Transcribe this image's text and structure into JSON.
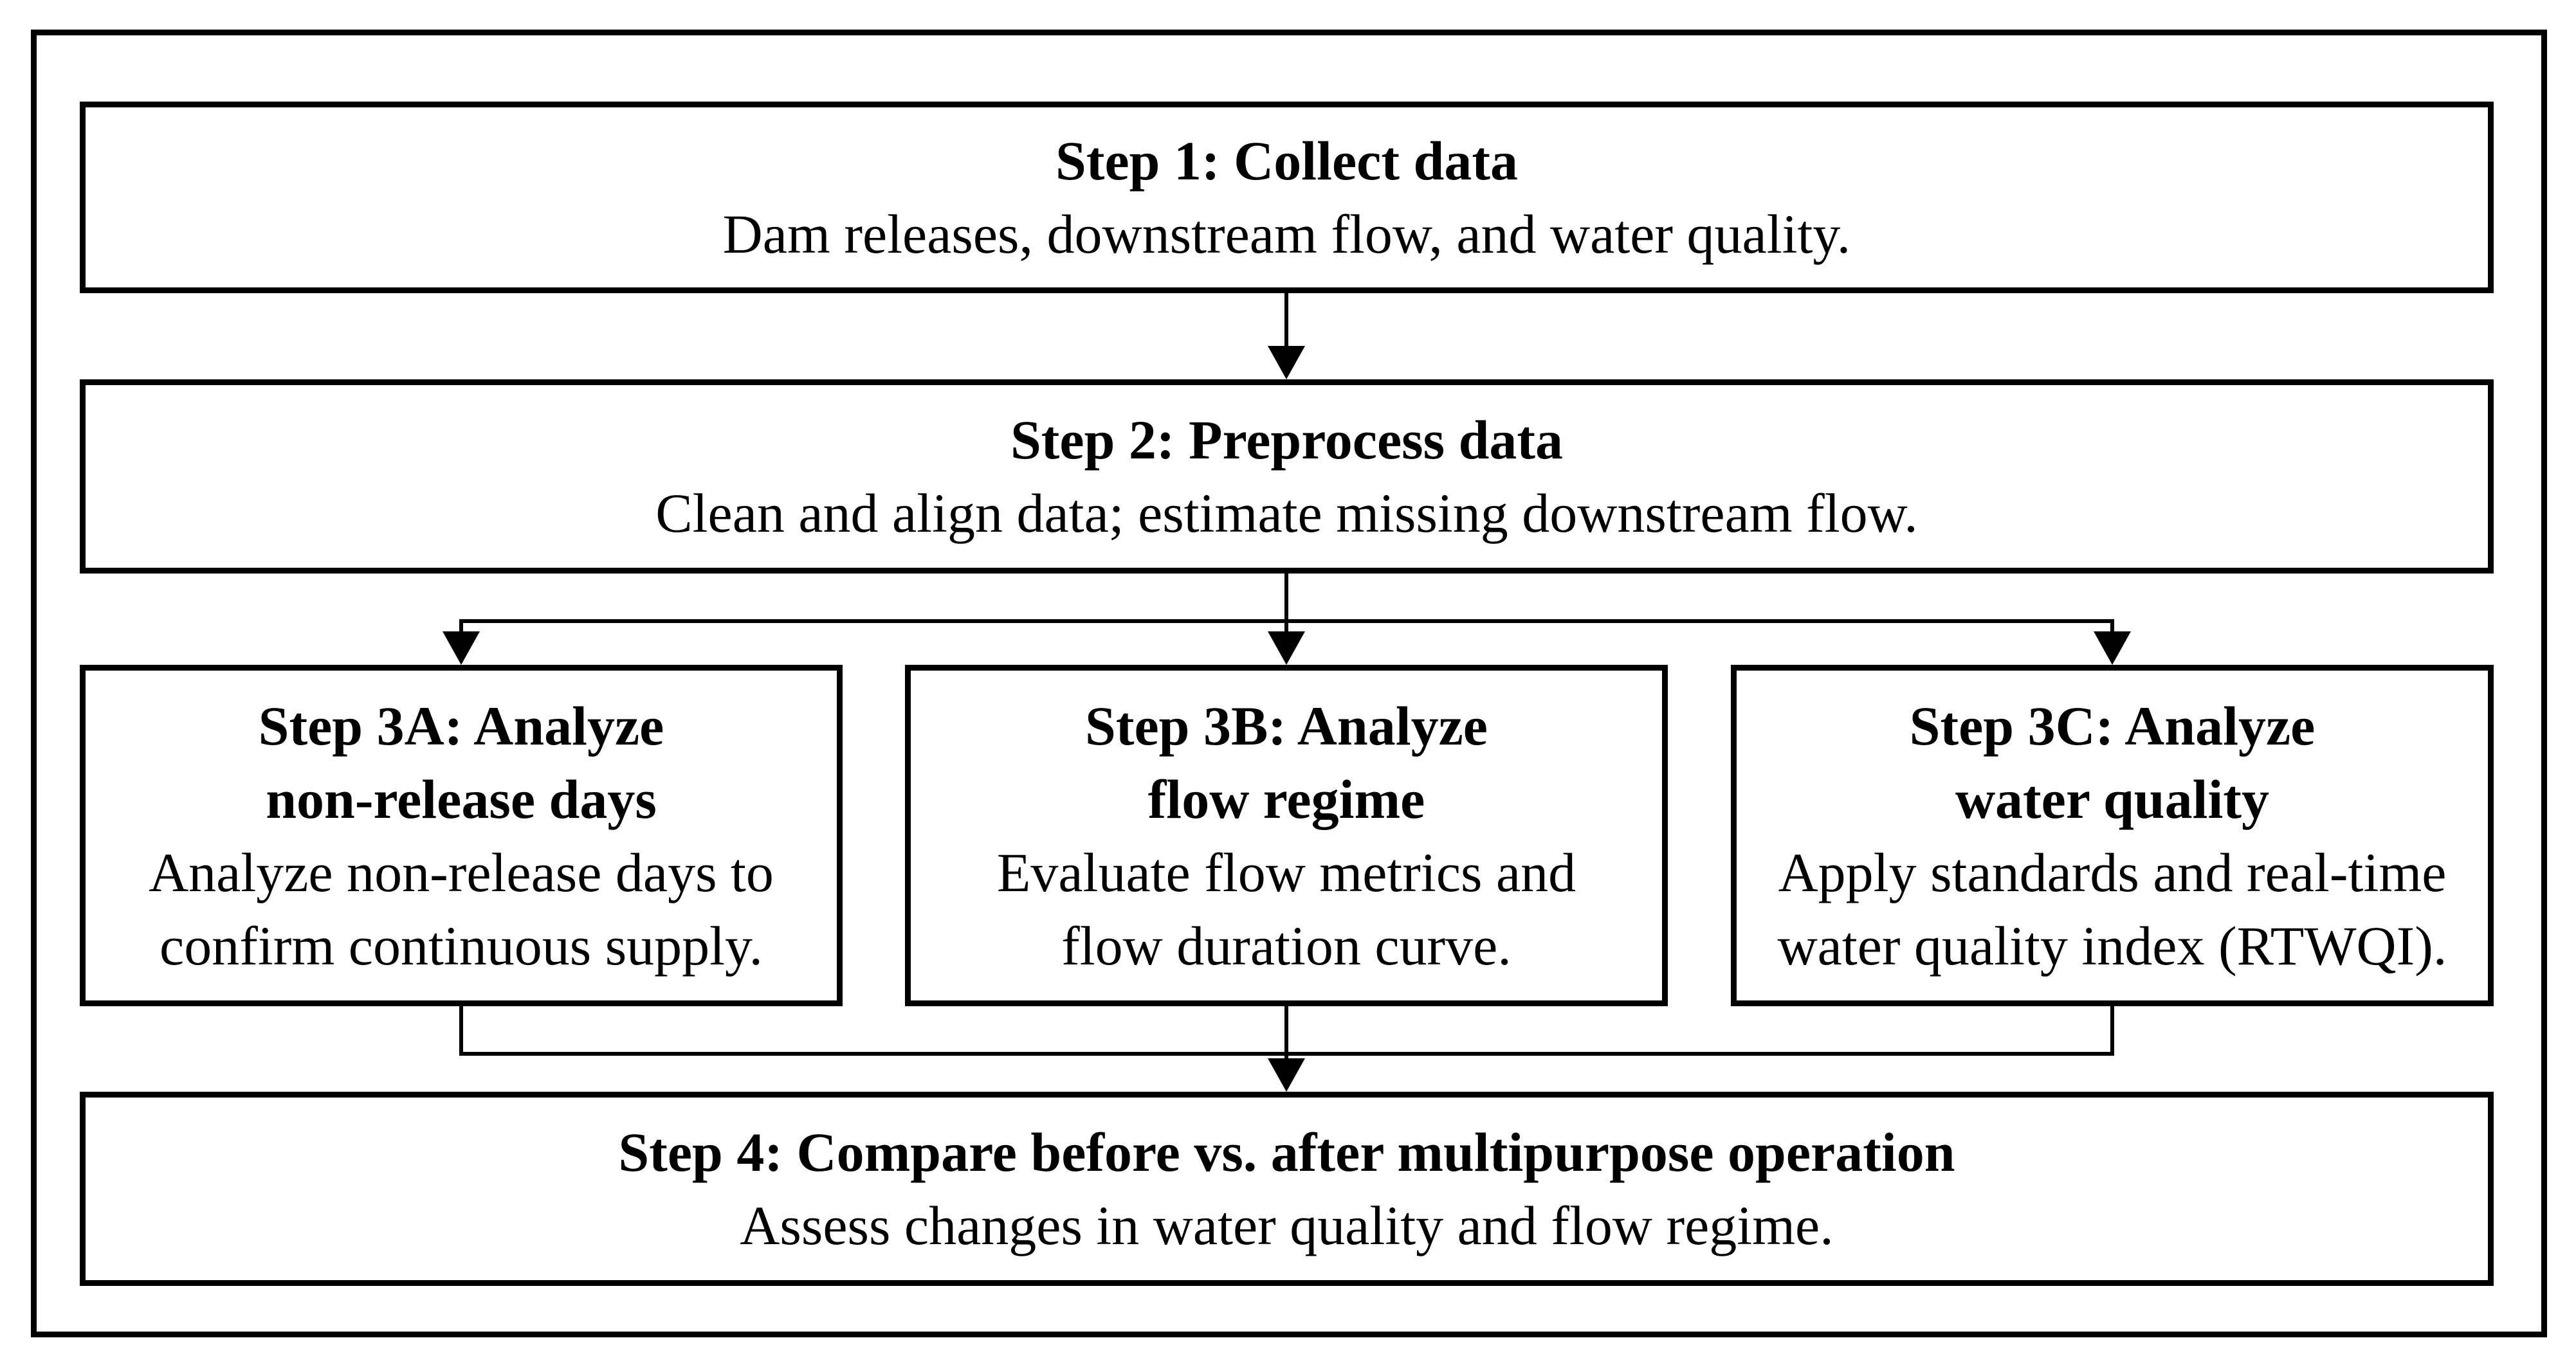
{
  "diagram": {
    "type": "flowchart",
    "background_color": "#ffffff",
    "line_color": "#000000",
    "text_color": "#000000",
    "nodes": {
      "step1": {
        "title": "Step 1: Collect data",
        "desc": "Dam releases, downstream flow, and water quality."
      },
      "step2": {
        "title": "Step 2: Preprocess data",
        "desc": "Clean and align data; estimate missing downstream flow."
      },
      "step3a": {
        "title_lines": [
          "Step 3A: Analyze",
          "non-release days"
        ],
        "desc_lines": [
          "Analyze non-release days to",
          "confirm continuous supply."
        ]
      },
      "step3b": {
        "title_lines": [
          "Step 3B: Analyze",
          "flow regime"
        ],
        "desc_lines": [
          "Evaluate flow metrics and",
          "flow duration curve."
        ]
      },
      "step3c": {
        "title_lines": [
          "Step 3C: Analyze",
          "water quality"
        ],
        "desc_lines": [
          "Apply standards and real-time",
          "water quality index (RTWQI)."
        ]
      },
      "step4": {
        "title": "Step 4: Compare before vs. after multipurpose operation",
        "desc": "Assess changes in water quality and flow regime."
      }
    },
    "edges": [
      {
        "from": "step1",
        "to": "step2"
      },
      {
        "from": "step2",
        "to": "step3a"
      },
      {
        "from": "step2",
        "to": "step3b"
      },
      {
        "from": "step2",
        "to": "step3c"
      },
      {
        "from": "step3a",
        "to": "step4"
      },
      {
        "from": "step3b",
        "to": "step4"
      },
      {
        "from": "step3c",
        "to": "step4"
      }
    ]
  }
}
